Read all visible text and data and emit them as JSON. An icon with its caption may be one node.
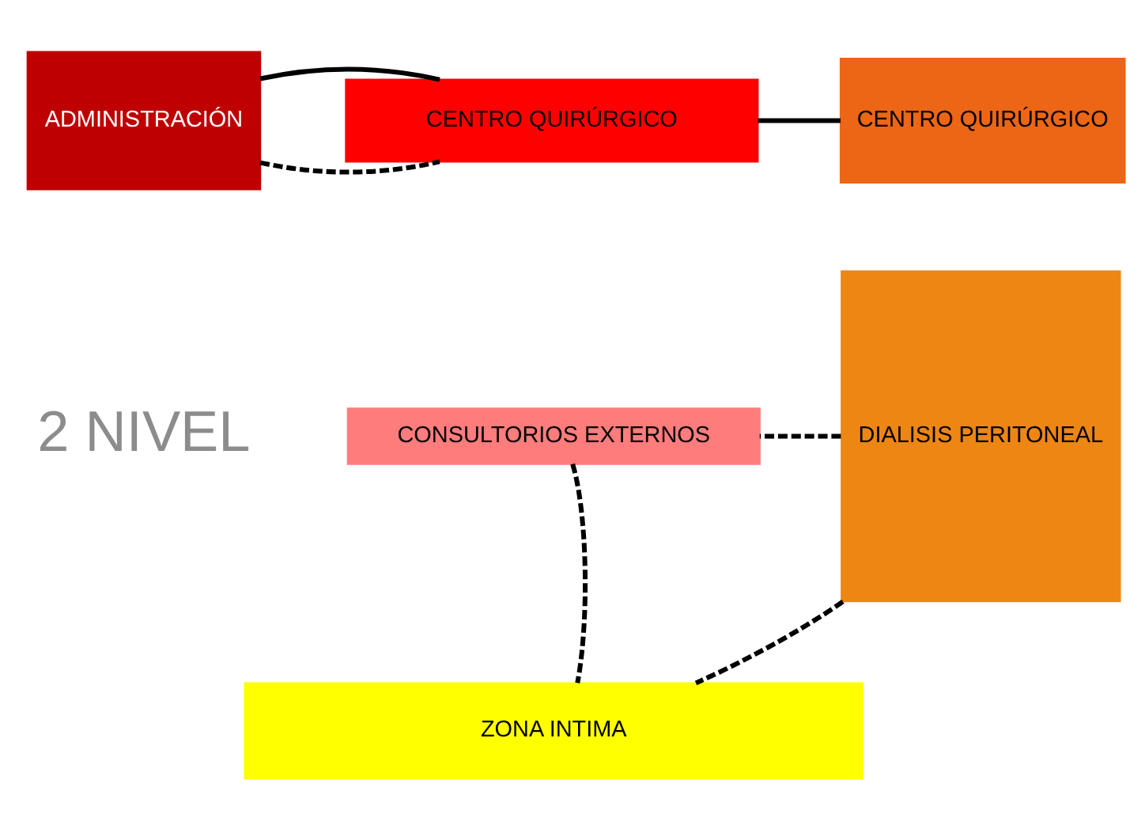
{
  "diagram": {
    "nodes": [
      {
        "text": [
          "ADMINISTRACIÓN"
        ]
      },
      {
        "text": [
          "CENTRO QUIRÚRGICO"
        ]
      },
      {
        "text": [
          "CENTRO QUIRÚRGICO"
        ]
      },
      {
        "text": [
          "CONSULTORIOS EXTERNOS"
        ]
      },
      {
        "text": [
          "DIALISIS PERITONEAL"
        ]
      },
      {
        "text": [
          "ZONA INTIMA"
        ]
      }
    ],
    "edges": [
      {
        "from": 0,
        "to": 1,
        "arrow": "none",
        "style": "dashed"
      },
      {
        "from": 1,
        "to": 2,
        "arrow": "none"
      },
      {
        "from": 1,
        "to": 0,
        "arrow": "none"
      },
      {
        "from": 3,
        "to": 5,
        "arrow": "none",
        "style": "dashed"
      },
      {
        "from": 4,
        "to": 3,
        "arrow": "none",
        "style": "dashed"
      },
      {
        "from": 4,
        "to": 5,
        "arrow": "none",
        "style": "dashed"
      }
    ],
    "labels": [
      "2 NIVEL"
    ]
  }
}
